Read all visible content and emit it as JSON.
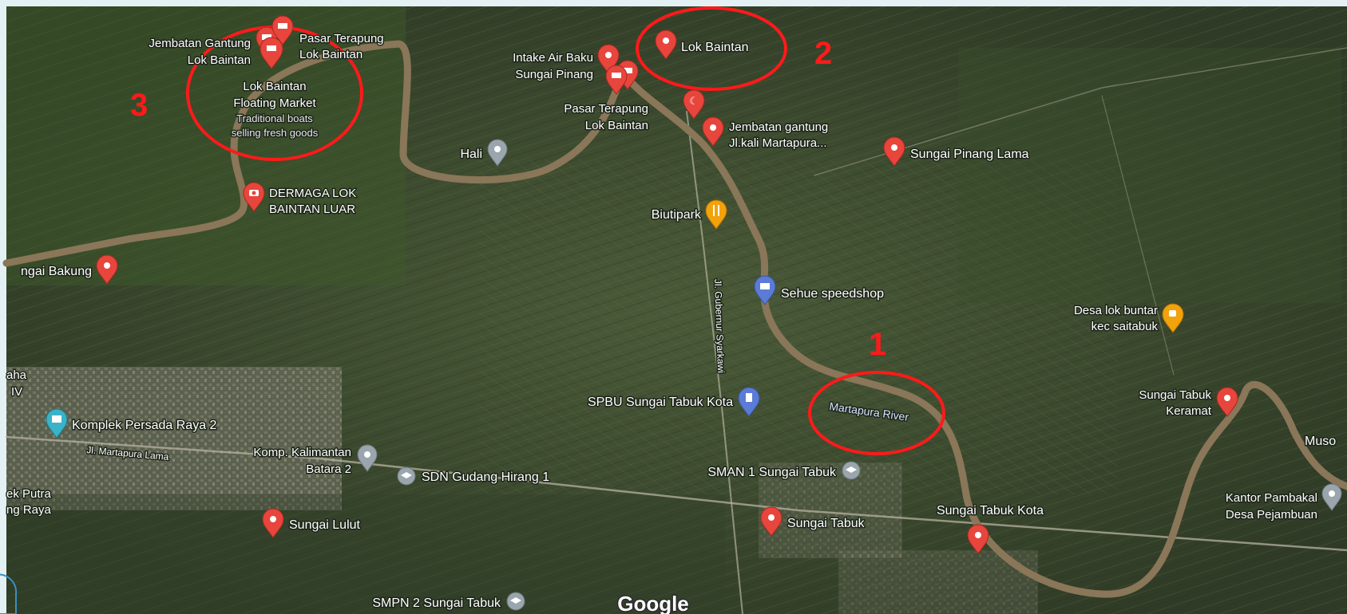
{
  "map": {
    "brand": "Google",
    "colors": {
      "satellite": "#3b4a2e",
      "river": "#8a7658",
      "annotation": "#ff1a1a",
      "pin_red": "#e8453c",
      "pin_orange": "#f2a20c",
      "pin_blue": "#5b7bd5",
      "pin_gray": "#9aa5ad",
      "pin_teal": "#3ab2c8"
    },
    "annotations": [
      {
        "number": "1"
      },
      {
        "number": "2"
      },
      {
        "number": "3"
      }
    ],
    "places": [
      {
        "label": "Jembatan Gantung",
        "label2": "Lok Baintan",
        "icon": "shopping-cart-pin-icon",
        "color": "red"
      },
      {
        "label": "Pasar Terapung",
        "label2": "Lok Baintan",
        "icon": "shopping-cart-pin-icon",
        "color": "red"
      },
      {
        "label": "Lok Baintan",
        "label2": "Floating Market",
        "sub1": "Traditional boats",
        "sub2": "selling fresh goods",
        "icon": "shopping-cart-pin-icon",
        "color": "red"
      },
      {
        "label": "DERMAGA LOK",
        "label2": "BAINTAN LUAR",
        "icon": "camera-pin-icon",
        "color": "red"
      },
      {
        "label": "Intake Air Baku",
        "label2": "Sungai Pinang",
        "icon": "map-pin-icon",
        "color": "red"
      },
      {
        "label": "Lok Baintan",
        "icon": "map-pin-icon",
        "color": "red"
      },
      {
        "label": "Pasar Terapung",
        "label2": "Lok Baintan",
        "icon": "mosque-pin-icon",
        "color": "red"
      },
      {
        "label": "Jembatan gantung",
        "label2": "Jl.kali Martapura...",
        "icon": "map-pin-icon",
        "color": "red"
      },
      {
        "label": "Sungai Pinang Lama",
        "icon": "map-pin-icon",
        "color": "red"
      },
      {
        "label": "Hali",
        "icon": "gray-pin-icon",
        "color": "gray"
      },
      {
        "label": "Biutipark",
        "icon": "restaurant-pin-icon",
        "color": "orange"
      },
      {
        "label": "Sehue speedshop",
        "icon": "shop-pin-icon",
        "color": "blue"
      },
      {
        "label": "ngai Bakung",
        "icon": "map-pin-icon",
        "color": "red"
      },
      {
        "label": "Desa lok buntar",
        "label2": "kec saitabuk",
        "icon": "cafe-pin-icon",
        "color": "orange"
      },
      {
        "label": "SPBU Sungai Tabuk Kota",
        "icon": "gas-station-pin-icon",
        "color": "blue"
      },
      {
        "label": "Komplek Persada Raya 2",
        "icon": "building-pin-icon",
        "color": "teal"
      },
      {
        "label": "Komp. Kalimantan",
        "label2": "Batara 2",
        "icon": "gray-pin-icon",
        "color": "gray"
      },
      {
        "label": "SDN Gudang Hirang 1",
        "icon": "school-icon",
        "color": "gray"
      },
      {
        "label": "SMAN 1 Sungai Tabuk",
        "icon": "school-icon",
        "color": "gray"
      },
      {
        "label": "Sungai Tabuk",
        "label2": "Keramat",
        "icon": "map-pin-icon",
        "color": "red"
      },
      {
        "label": "Muso",
        "icon": "",
        "color": ""
      },
      {
        "label": "Kantor Pambakal",
        "label2": "Desa Pejambuan",
        "icon": "gray-pin-icon",
        "color": "gray"
      },
      {
        "label": "Sungai Lulut",
        "icon": "map-pin-icon",
        "color": "red"
      },
      {
        "label": "Sungai Tabuk",
        "icon": "map-pin-icon",
        "color": "red"
      },
      {
        "label": "Sungai Tabuk Kota",
        "icon": "map-pin-icon",
        "color": "red"
      },
      {
        "label": "SMPN 2 Sungai Tabuk",
        "icon": "school-icon",
        "color": "gray"
      },
      {
        "label": "ek Putra",
        "label2": "ng Raya",
        "icon": "",
        "color": ""
      },
      {
        "label": "aha",
        "label2": "IV",
        "icon": "",
        "color": ""
      }
    ],
    "roads": [
      {
        "label": "Jl. Martapura Lama"
      },
      {
        "label": "Jl. Gubernur Syarkawi"
      }
    ],
    "waterways": [
      {
        "label": "Martapura River"
      }
    ]
  }
}
